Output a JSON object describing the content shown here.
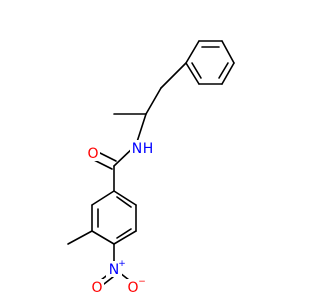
{
  "molecule": {
    "atoms": {
      "O_carbonyl": {
        "text": "O",
        "color": "#ff0000"
      },
      "N_amide": {
        "text": "N",
        "color": "#0000ff"
      },
      "H_amide": {
        "text": "H",
        "color": "#0000ff"
      },
      "N_nitro": {
        "text": "N",
        "color": "#0000ff"
      },
      "N_nitro_charge": {
        "text": "+",
        "color": "#0000ff"
      },
      "O_nitro_left": {
        "text": "O",
        "color": "#ff0000"
      },
      "O_nitro_right": {
        "text": "O",
        "color": "#ff0000"
      },
      "O_nitro_right_charge": {
        "text": "−",
        "color": "#ff0000"
      }
    },
    "bond_color": "#000000"
  }
}
